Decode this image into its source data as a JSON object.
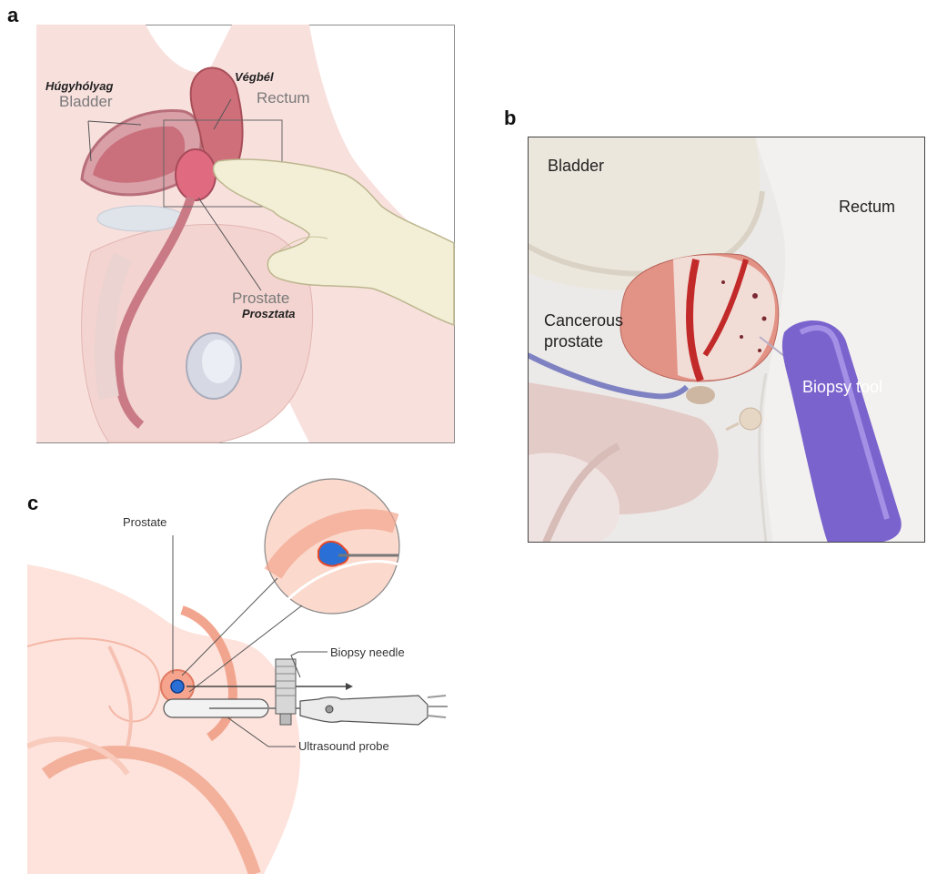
{
  "panels": {
    "a": {
      "letter": "a",
      "labels": {
        "bladder_hu": "Húgyhólyag",
        "bladder_en": "Bladder",
        "rectum_hu": "Végbél",
        "rectum_en": "Rectum",
        "prostate_en": "Prostate",
        "prostate_hu": "Prosztata"
      }
    },
    "b": {
      "letter": "b",
      "labels": {
        "bladder": "Bladder",
        "rectum": "Rectum",
        "cancerous_prostate_line1": "Cancerous",
        "cancerous_prostate_line2": "prostate",
        "biopsy_tool": "Biopsy tool"
      }
    },
    "c": {
      "letter": "c",
      "labels": {
        "prostate": "Prostate",
        "biopsy_needle": "Biopsy needle",
        "ultrasound_probe": "Ultrasound probe"
      }
    }
  },
  "colors": {
    "skin": "#f6dcd8",
    "organ_red": "#c8505a",
    "glove": "#f2efd8",
    "tool_purple": "#7a62c9",
    "tumor_blue": "#2a6fd6"
  }
}
